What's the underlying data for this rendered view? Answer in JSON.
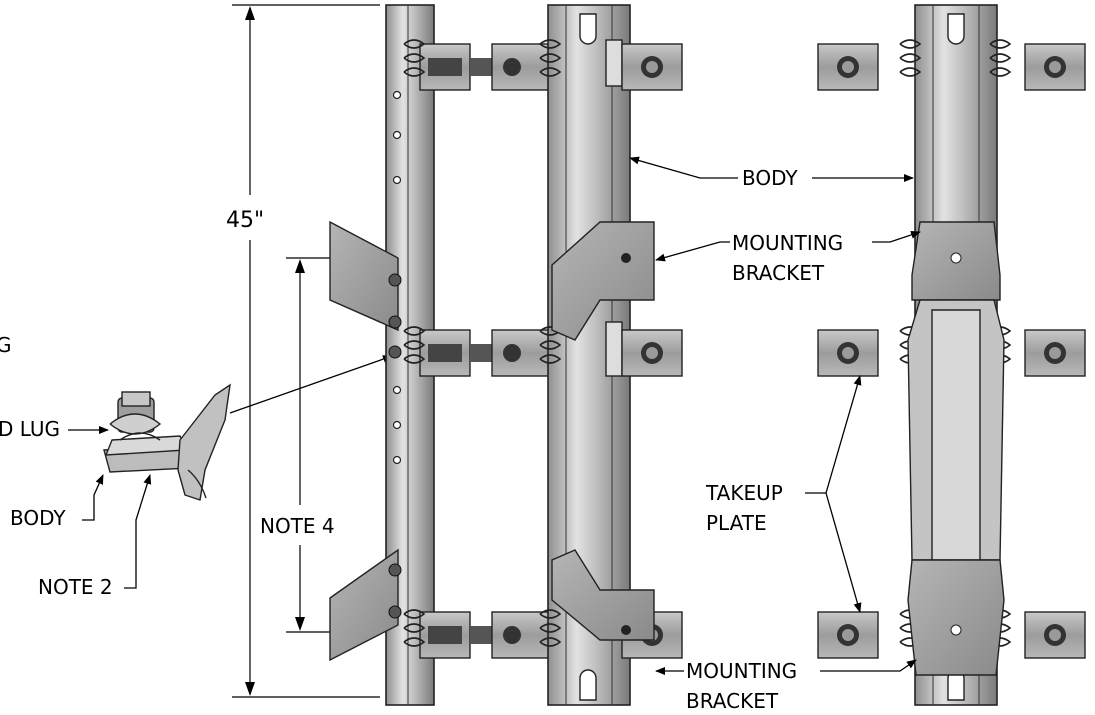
{
  "labels": {
    "dimension_45": "45\"",
    "note_4": "NOTE 4",
    "note_2": "NOTE 2",
    "body_left": "BODY",
    "lug_partial": "D LUG",
    "g_partial": "G",
    "body_center": "BODY",
    "mounting_bracket_top_1": "MOUNTING",
    "mounting_bracket_top_2": "BRACKET",
    "mounting_bracket_bottom_1": "MOUNTING",
    "mounting_bracket_bottom_2": "BRACKET",
    "takeup_plate_1": "TAKEUP",
    "takeup_plate_2": "PLATE"
  },
  "colors": {
    "metal_light": "#d6d6d6",
    "metal_mid": "#a9a9a9",
    "metal_dark": "#6e6e6e",
    "line": "#000000"
  }
}
